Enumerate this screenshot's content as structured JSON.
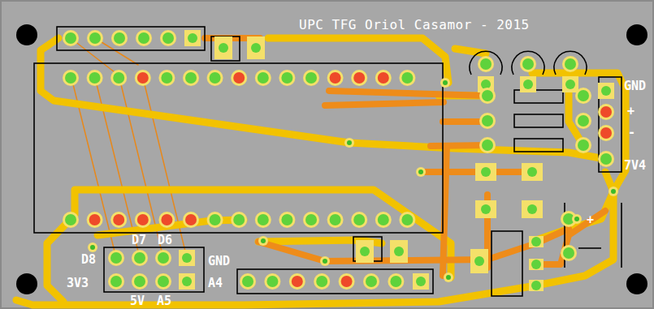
{
  "diagram": {
    "title": "UPC TFG Oriol Casamor - 2015",
    "labels": [
      "GND",
      "+",
      "-",
      "7V4",
      "D7",
      "D6",
      "D8",
      "GND",
      "3V3",
      "A4",
      "5V",
      "A5",
      "+"
    ]
  }
}
